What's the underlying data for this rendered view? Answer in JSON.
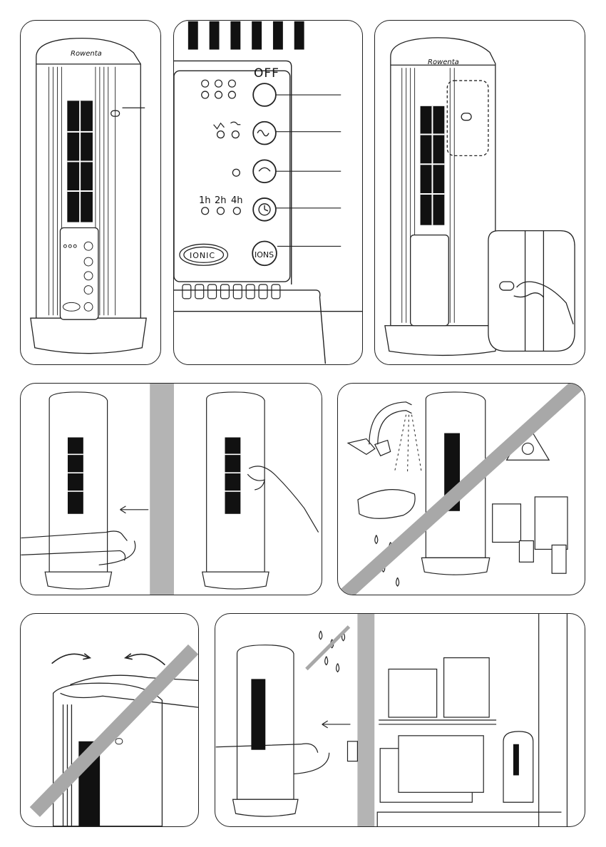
{
  "brand": "Rowenta",
  "control_panel": {
    "off_label": "OFF",
    "timer_labels": [
      "1h",
      "2h",
      "4h"
    ],
    "ionic_logo": "IONIC",
    "ions_button": "IONS"
  },
  "icons": {
    "speed": "fan-speed-icon",
    "mode": "breeze-mode-icon",
    "oscillation": "oscillation-icon",
    "timer": "timer-icon",
    "prohibited": "diagonal-prohibition-bar",
    "hazard": "poison-hazard-icon",
    "arrow": "left-arrow-icon"
  },
  "colors": {
    "ink": "#222222",
    "prohibit": "#a8a8a8",
    "wall": "#b4b4b4",
    "grille": "#111111"
  }
}
